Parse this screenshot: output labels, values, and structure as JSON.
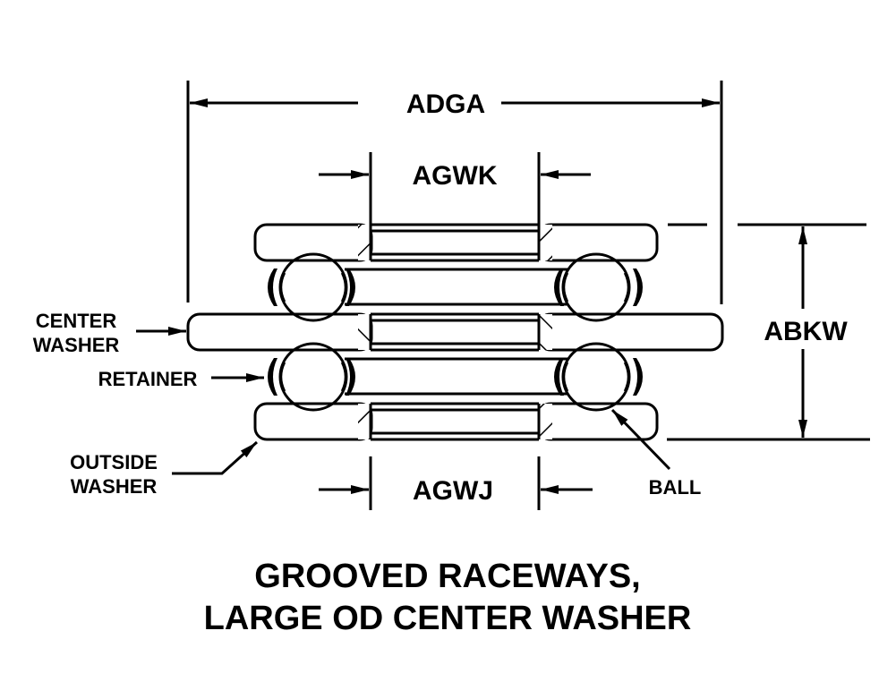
{
  "diagram": {
    "subject": "Thrust ball bearing cross-section",
    "dimensions": {
      "overall_width": "ADGA",
      "top_bore": "AGWK",
      "bottom_bore": "AGWJ",
      "height": "ABKW"
    },
    "parts": {
      "center_washer_line1": "CENTER",
      "center_washer_line2": "WASHER",
      "retainer": "RETAINER",
      "outside_washer_line1": "OUTSIDE",
      "outside_washer_line2": "WASHER",
      "ball": "BALL"
    },
    "title": {
      "line1": "GROOVED RACEWAYS,",
      "line2": "LARGE OD CENTER WASHER"
    },
    "colors": {
      "ink": "#000000",
      "paper": "#ffffff"
    }
  }
}
